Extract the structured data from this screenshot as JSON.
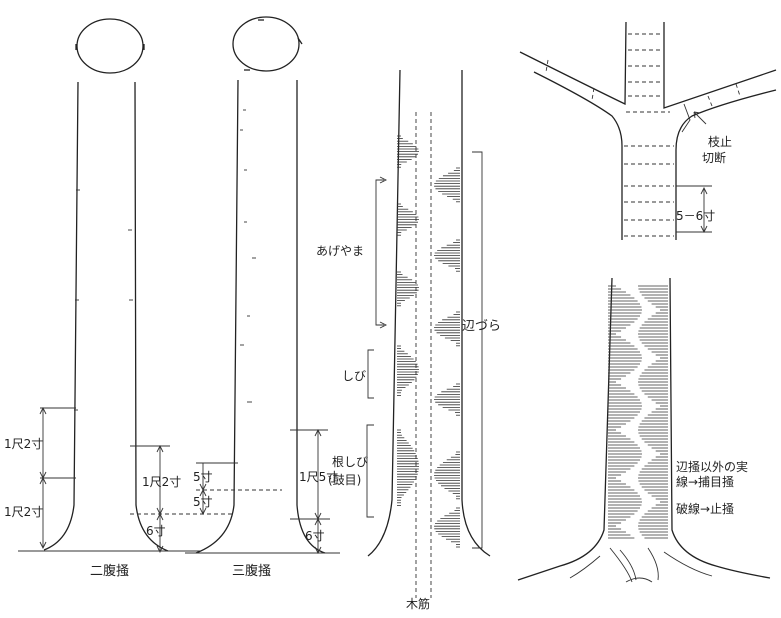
{
  "labels": {
    "nifuku": "二腹掻",
    "sanfuku": "三腹掻",
    "m_1shaku2sun_a": "1尺2寸",
    "m_1shaku2sun_b": "1尺2寸",
    "m_1shaku2sun_c": "1尺2寸",
    "m_6sun_a": "6寸",
    "m_5sun_a": "5寸",
    "m_5sun_b": "5寸",
    "m_1shaku5sun": "1尺5寸",
    "m_6sun_b": "6寸",
    "agey": "あげやま",
    "shibi": "しび",
    "neshibi1": "根しび",
    "neshibi2": "(鼓目)",
    "hendura": "辺づら",
    "kisuji": "木筋",
    "edadome1": "枝止",
    "edadome2": "切断",
    "m_56sun": "5－6寸",
    "note1a": "辺掻以外の実",
    "note1b": "線→捕目掻",
    "note2": "破線→止掻"
  }
}
